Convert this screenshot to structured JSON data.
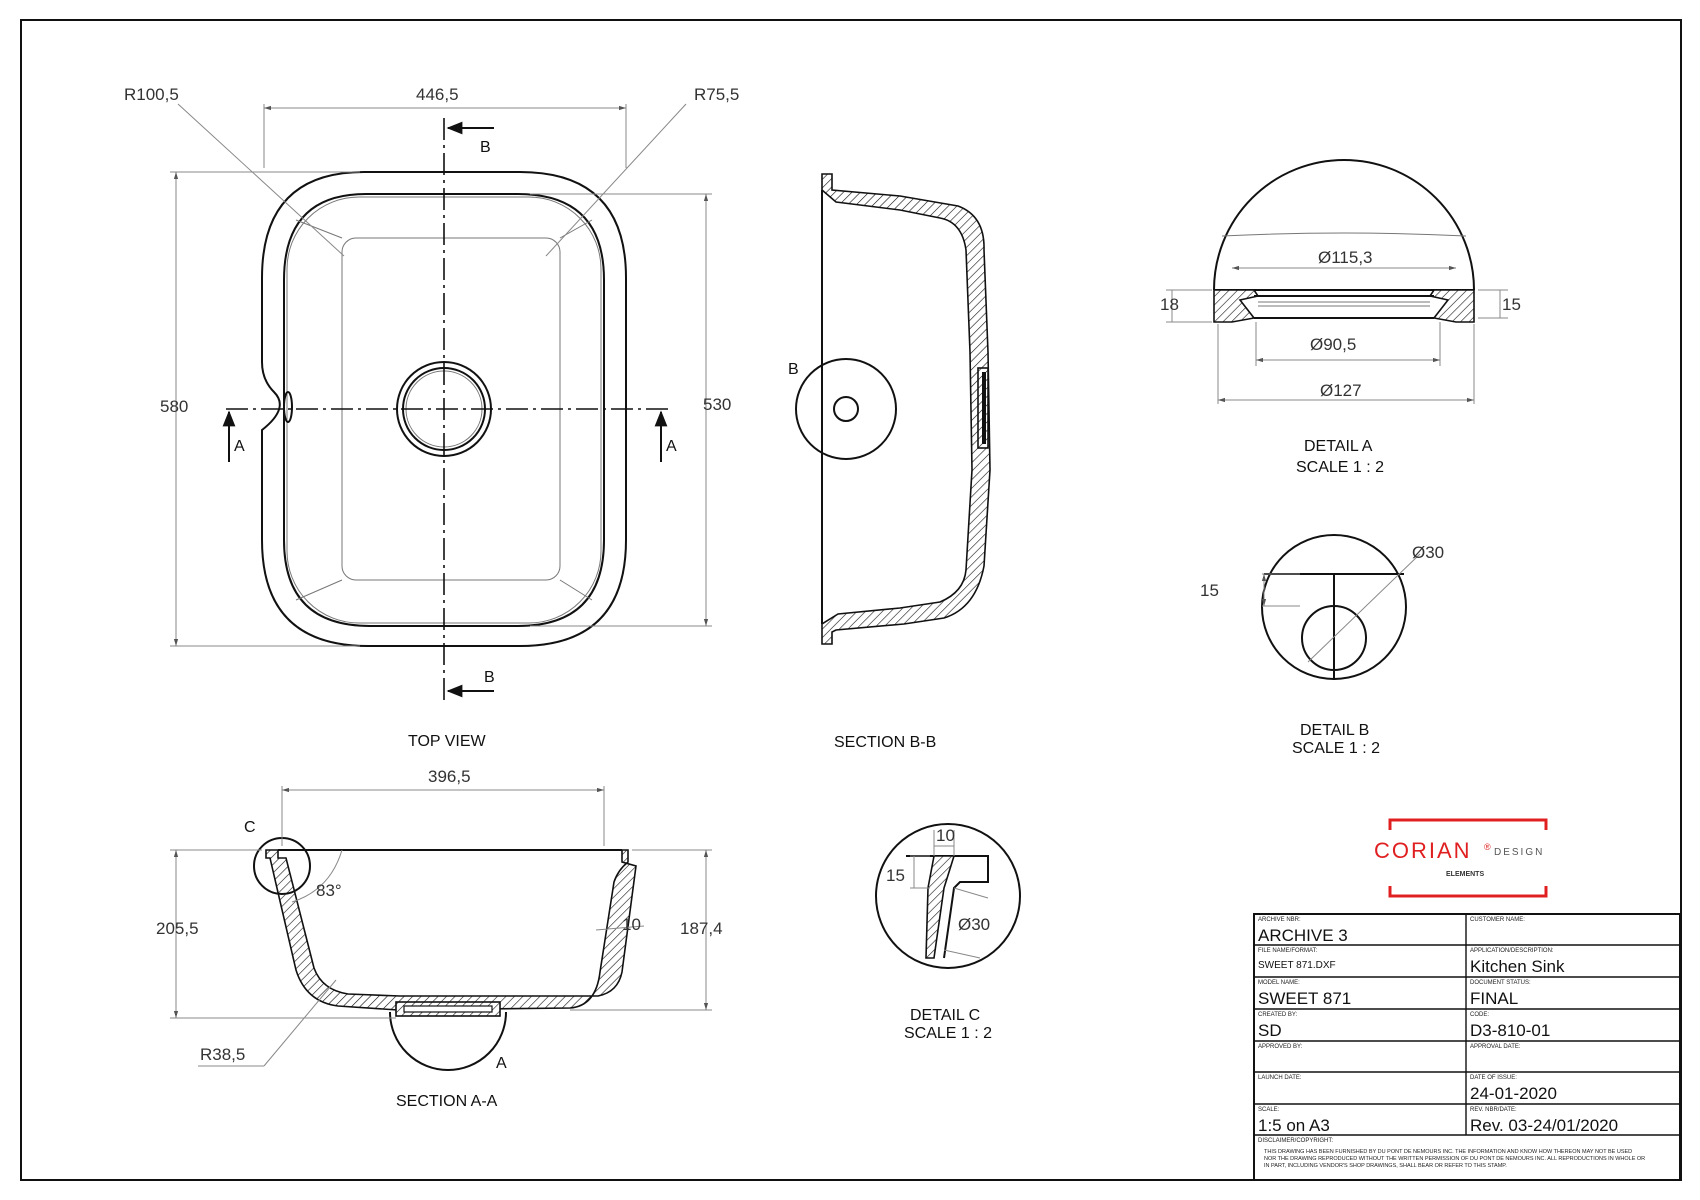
{
  "top_view": {
    "title": "TOP VIEW",
    "dim_width": "446,5",
    "dim_height_outer": "580",
    "dim_height_inner": "530",
    "radius_outer": "R100,5",
    "radius_inner": "R75,5",
    "section_a": "A",
    "section_b": "B"
  },
  "section_bb": {
    "title": "SECTION B-B",
    "detail_ref": "B"
  },
  "section_aa": {
    "title": "SECTION A-A",
    "dim_width": "396,5",
    "dim_height_outer": "205,5",
    "dim_height_inner": "187,4",
    "angle": "83°",
    "thickness": "10",
    "radius": "R38,5",
    "detail_c_ref": "C",
    "detail_a_ref": "A"
  },
  "detail_a": {
    "title": "DETAIL A",
    "scale": "SCALE 1 : 2",
    "d1": "Ø115,3",
    "d2": "Ø90,5",
    "d3": "Ø127",
    "left": "18",
    "right": "15"
  },
  "detail_b": {
    "title": "DETAIL B",
    "scale": "SCALE 1 : 2",
    "diameter": "Ø30",
    "offset": "15"
  },
  "detail_c": {
    "title": "DETAIL C",
    "scale": "SCALE 1 : 2",
    "width": "10",
    "height": "15",
    "diameter": "Ø30"
  },
  "logo": {
    "brand": "CORIAN",
    "reg": "®",
    "design": "DESIGN",
    "sub": "ELEMENTS",
    "accent": "#e02020"
  },
  "title_block": {
    "archive_nbr_label": "ARCHIVE NBR:",
    "archive_nbr": "ARCHIVE 3",
    "customer_label": "CUSTOMER NAME:",
    "customer": "",
    "file_label": "FILE NAME/FORMAT:",
    "file": "SWEET 871.DXF",
    "application_label": "APPLICATION/DESCRIPTION:",
    "application": "Kitchen Sink",
    "model_label": "MODEL NAME:",
    "model": "SWEET 871",
    "status_label": "DOCUMENT STATUS:",
    "status": "FINAL",
    "created_label": "CREATED BY:",
    "created": "SD",
    "code_label": "CODE:",
    "code": "D3-810-01",
    "approved_label": "APPROVED BY:",
    "approved": "",
    "approval_date_label": "APPROVAL DATE:",
    "approval_date": "",
    "launch_label": "LAUNCH DATE:",
    "launch": "",
    "issue_label": "DATE OF ISSUE:",
    "issue": "24-01-2020",
    "scale_label": "SCALE:",
    "scale": "1:5 on A3",
    "rev_label": "REV. NBR/DATE:",
    "rev": "Rev. 03-24/01/2020",
    "disclaimer_label": "DISCLAIMER/COPYRIGHT:",
    "disclaimer_1": "THIS DRAWING HAS BEEN FURNISHED BY DU PONT DE NEMOURS INC. THE INFORMATION AND KNOW HOW THEREON MAY NOT BE USED",
    "disclaimer_2": "NOR THE DRAWING REPRODUCED WITHOUT THE WRITTEN PERMISSION OF DU PONT DE NEMOURS INC. ALL REPRODUCTIONS IN WHOLE OR",
    "disclaimer_3": "IN PART, INCLUDING VENDOR'S SHOP DRAWINGS, SHALL BEAR OR REFER TO THIS STAMP."
  }
}
